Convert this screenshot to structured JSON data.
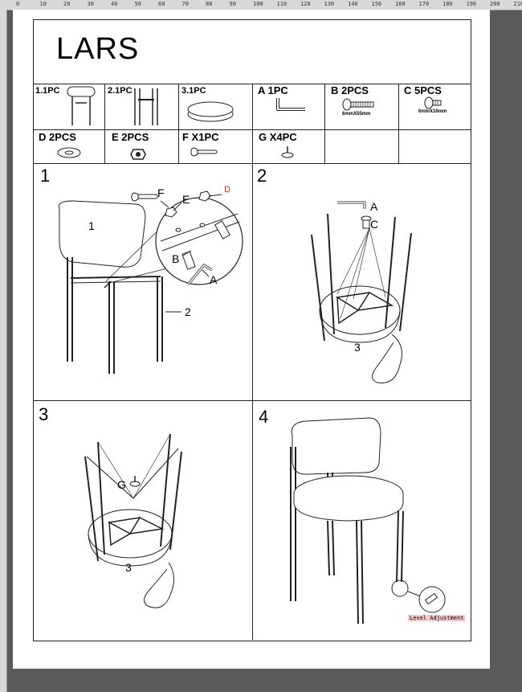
{
  "ruler": [
    "0",
    "10",
    "20",
    "30",
    "40",
    "50",
    "60",
    "70",
    "80",
    "90",
    "100",
    "110",
    "120",
    "130",
    "140",
    "150",
    "160",
    "170",
    "180",
    "190",
    "200",
    "210"
  ],
  "title": "LARS",
  "parts_row1": [
    {
      "label": "1.1PC"
    },
    {
      "label": "2.1PC"
    },
    {
      "label": "3.1PC"
    },
    {
      "label": "A  1PC"
    },
    {
      "label": "B  2PCS",
      "size": "6mmX55mm"
    },
    {
      "label": "C  5PCS",
      "size": "6mmX16mm"
    }
  ],
  "parts_row2": [
    {
      "label": "D   2PCS"
    },
    {
      "label": "E   2PCS"
    },
    {
      "label": "F  X1PC"
    },
    {
      "label": "G  X4PC"
    }
  ],
  "steps": [
    "1",
    "2",
    "3",
    "4"
  ],
  "step1_callouts": {
    "f": "F",
    "e": "E",
    "d": "D",
    "b": "B",
    "a": "A",
    "part1": "1",
    "part2": "2"
  },
  "step2_callouts": {
    "a": "A",
    "c": "C",
    "part3": "3"
  },
  "step3_callouts": {
    "g": "G",
    "part3": "3"
  },
  "step4_callouts": {
    "level": "Level Adjustment"
  }
}
